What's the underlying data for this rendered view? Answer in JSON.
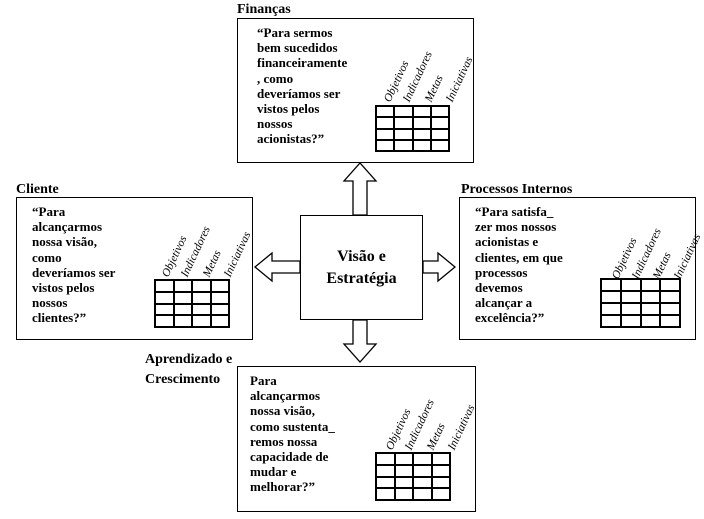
{
  "center": {
    "line1": "Visão e",
    "line2": "Estratégia"
  },
  "column_labels": [
    "Objetivos",
    "Indicadores",
    "Metas",
    "Iniciativas"
  ],
  "perspectives": {
    "financas": {
      "title": "Finanças",
      "question": "“Para sermos\nbem sucedidos\nfinanceiramente\n, como\ndeveríamos ser\nvistos pelos\nnossos\nacionistas?”"
    },
    "cliente": {
      "title": "Cliente",
      "question": "“Para\nalcançarmos\nnossa visão,\ncomo\ndeveríamos ser\nvistos pelos\nnossos\nclientes?”"
    },
    "processos": {
      "title": "Processos Internos",
      "question": "“Para satisfa_\nzer mos nossos\nacionistas e\nclientes, em que\nprocessos\ndevemos\nalcançar a\nexcelência?”"
    },
    "aprendizado": {
      "title_line1": "Aprendizado e",
      "title_line2": "Crescimento",
      "question": "Para\nalcançarmos\nnossa visão,\ncomo sustenta_\nremos nossa\ncapacidade de\nmudar e\nmelhorar?”"
    }
  }
}
